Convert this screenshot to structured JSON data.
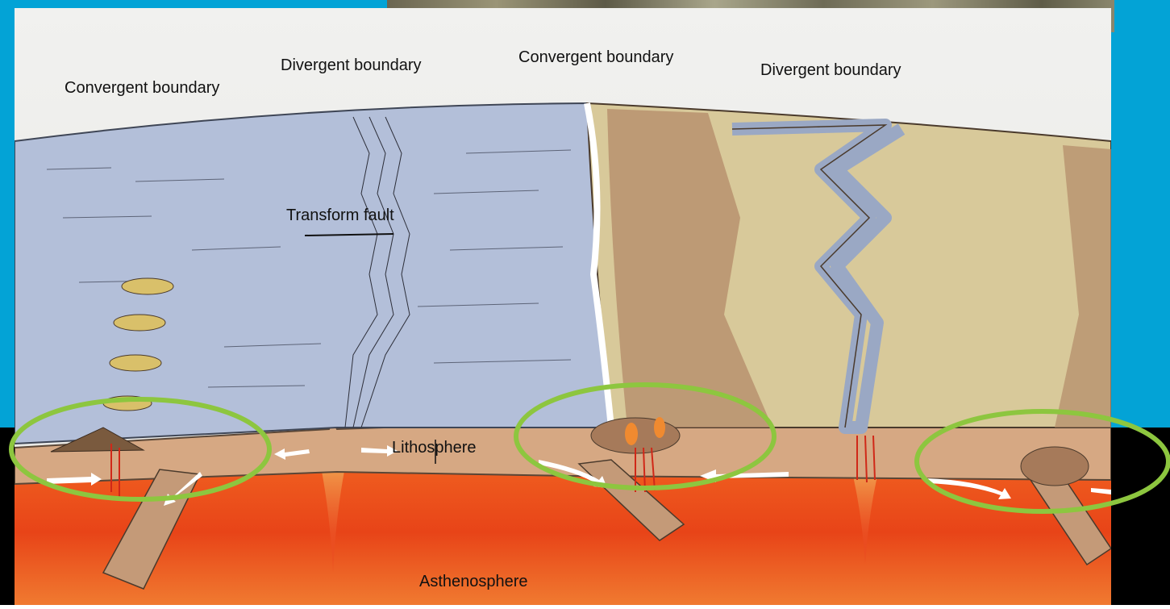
{
  "labels": {
    "convergent_boundary_left": "Convergent boundary",
    "divergent_boundary_left": "Divergent boundary",
    "convergent_boundary_center": "Convergent boundary",
    "divergent_boundary_right": "Divergent boundary",
    "transform_fault": "Transform fault",
    "lithosphere": "Lithosphere",
    "asthenosphere": "Asthenosphere"
  },
  "colors": {
    "slide_background": "#03a3d6",
    "lower_band": "#000000",
    "ocean": "#b3bfd9",
    "continent": "#d8c99a",
    "mountains": "#b48a68",
    "lithosphere": "#d6a883",
    "asthenosphere": "#e8441c",
    "highlight_ellipse": "#8dc63f"
  }
}
